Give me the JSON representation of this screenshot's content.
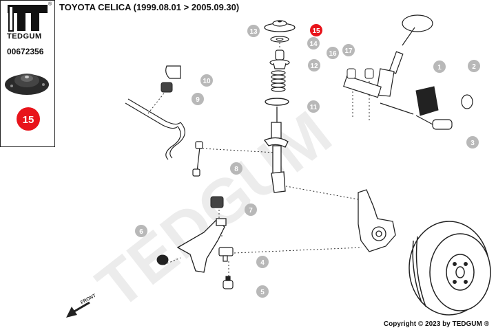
{
  "header": {
    "title": "TOYOTA CELICA (1999.08.01 > 2005.09.30)"
  },
  "sidebar": {
    "brand": "TEDGUM",
    "registered": "®",
    "part_number": "00672356",
    "highlight_number": "15"
  },
  "diagram": {
    "front_label": "FRONT",
    "watermark": "TEDGUM",
    "highlight_color": "#e8141b",
    "callouts": [
      "1",
      "2",
      "3",
      "4",
      "5",
      "6",
      "7",
      "8",
      "9",
      "10",
      "11",
      "12",
      "13",
      "14",
      "15",
      "16",
      "17"
    ],
    "highlighted": "15"
  },
  "footer": {
    "copyright": "Copyright © 2023 by TEDGUM ®"
  }
}
